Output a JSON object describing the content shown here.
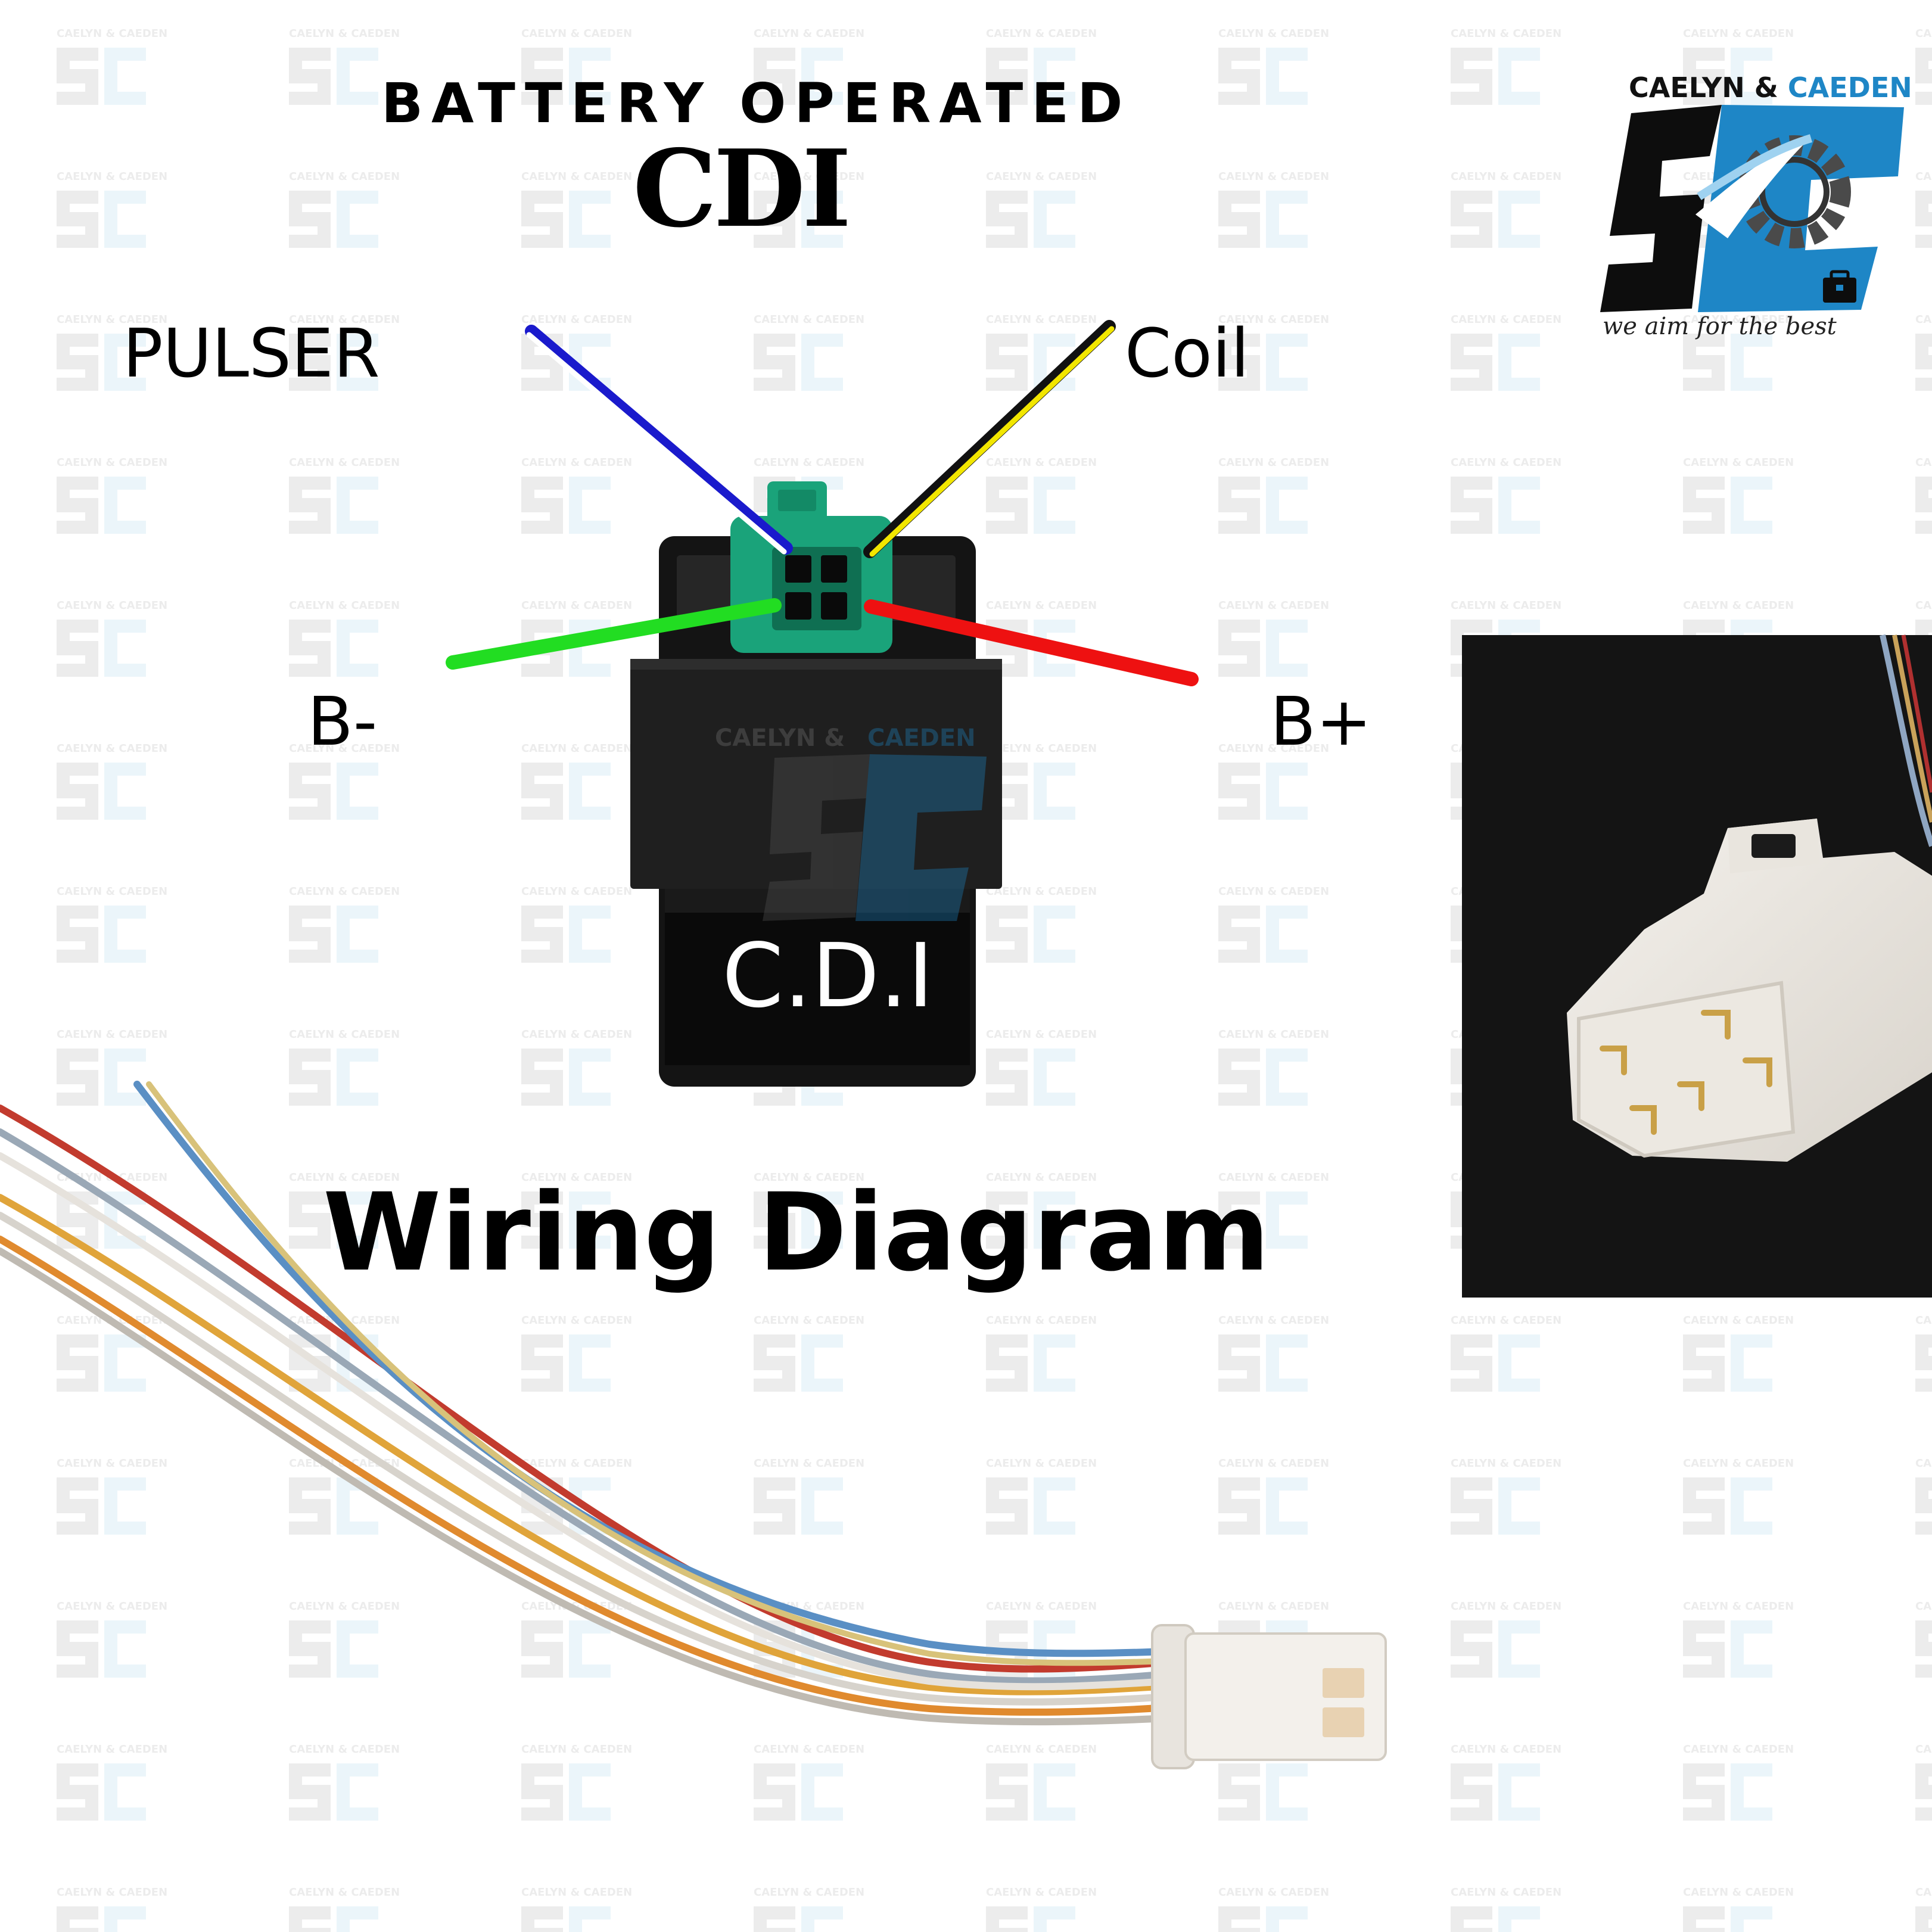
{
  "header": {
    "title_small": "BATTERY OPERATED",
    "title_large": "CDI"
  },
  "brand": {
    "name_part1": "CAELYN &",
    "name_part2": "CAEDEN",
    "tagline": "we aim for the best",
    "colors": {
      "dark": "#111111",
      "blue": "#1e86c6"
    }
  },
  "wires": [
    {
      "label": "PULSER",
      "colors": [
        "#1a1acc",
        "#ffffff"
      ]
    },
    {
      "label": "Coil",
      "colors": [
        "#f2e600",
        "#111111"
      ]
    },
    {
      "label": "B-",
      "colors": [
        "#22dd22"
      ]
    },
    {
      "label": "B+",
      "colors": [
        "#ee1111"
      ]
    }
  ],
  "cdi_unit": {
    "face_label": "C.D.I",
    "body_color": "#1a1a1a",
    "connector_color": "#1aa37a"
  },
  "footer": {
    "caption": "Wiring Diagram"
  }
}
